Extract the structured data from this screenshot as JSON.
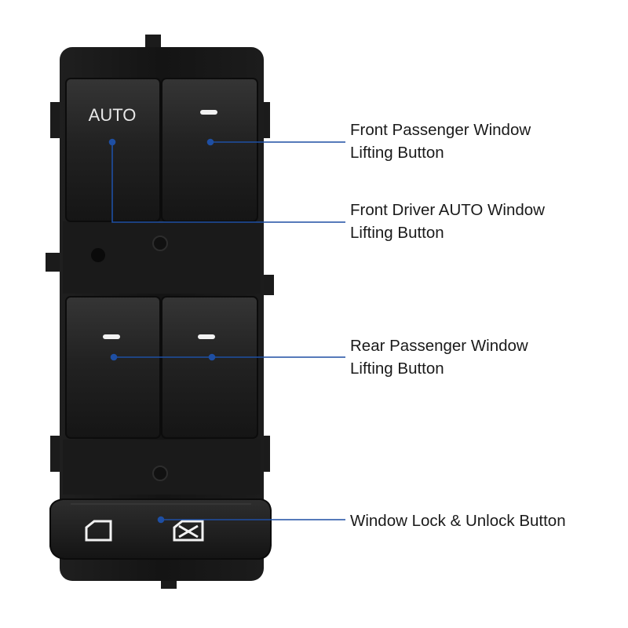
{
  "switch": {
    "auto_text": "AUTO"
  },
  "callouts": [
    {
      "line1": "Front Passenger Window",
      "line2": "Lifting Button"
    },
    {
      "line1": "Front Driver AUTO Window",
      "line2": "Lifting Button"
    },
    {
      "line1": "Rear Passenger Window",
      "line2": "Lifting Button"
    },
    {
      "line1": "Window Lock & Unlock Button",
      "line2": ""
    }
  ],
  "colors": {
    "leader_line": "#1e4fa3",
    "housing": "#161616",
    "button": "#262626",
    "text": "#1a1a1a"
  }
}
